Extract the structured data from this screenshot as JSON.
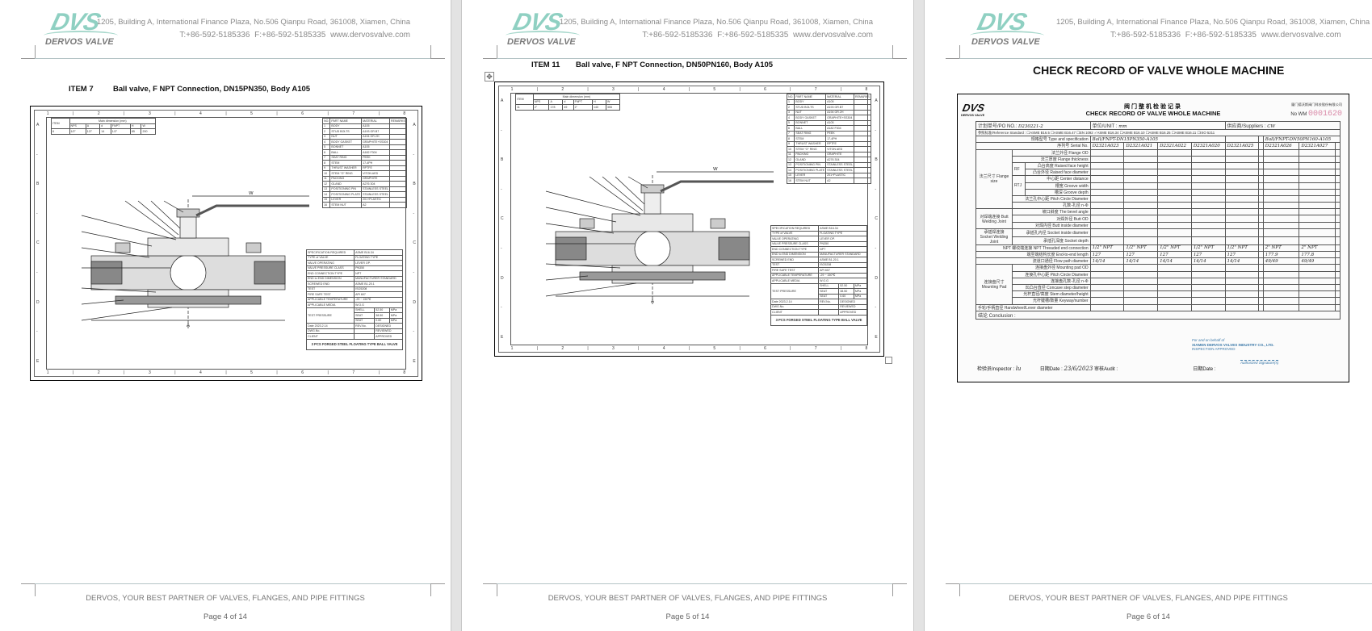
{
  "header": {
    "logo_mark": "DVS",
    "logo_name": "DERVOS VALVE",
    "address": "1205, Building A, International Finance Plaza, No.506 Qianpu Road, 361008, Xiamen, China",
    "contact": "T:+86-592-5185336   F:+86-592-5185335   www.dervosvalve.com"
  },
  "footer": {
    "tagline": "DERVOS, YOUR BEST PARTNER OF VALVES, FLANGES, AND PIPE FITTINGS"
  },
  "pages": [
    {
      "page_label": "Page 4 of 14",
      "item_no": "ITEM 7",
      "item_desc": "Ball valve, F NPT Connection, DN15PN350, Body A105",
      "dim_table": {
        "title": "Main dimension (mm)",
        "headers": [
          "ITEM",
          "NPS",
          "A",
          "d",
          "FNPT",
          "H",
          "W"
        ],
        "row": [
          "6",
          "1/2\"",
          "127",
          "14",
          "1/2\"",
          "85",
          "200"
        ]
      },
      "title_block_name": "3 PCS FORGED STEEL FLOATING TYPE BALL VALVE"
    },
    {
      "page_label": "Page 5 of 14",
      "item_no": "ITEM 11",
      "item_desc": "Ball valve, F NPT Connection, DN50PN160, Body A105",
      "dim_table": {
        "title": "Main dimension (mm)",
        "headers": [
          "ITEM",
          "NPS",
          "A",
          "d",
          "FNPT",
          "H",
          "W"
        ],
        "row": [
          "11",
          "2\"",
          "178",
          "49",
          "2\"",
          "140",
          "355"
        ]
      },
      "title_block_name": "3 PCS FORGED STEEL FLOATING TYPE BALL VALVE"
    },
    {
      "page_label": "Page 6 of 14",
      "doc_title": "CHECK RECORD OF VALVE WHOLE MACHINE"
    }
  ],
  "parts_list": {
    "headers": [
      "NO.",
      "PART NAME",
      "MATERIAL",
      "REMARKS"
    ],
    "rows": [
      [
        "1",
        "BODY",
        "A105"
      ],
      [
        "2",
        "STUD BOLTS",
        "A193 GR.B7"
      ],
      [
        "3",
        "NUT",
        "A194 GR.2H"
      ],
      [
        "4",
        "BODY GASKET",
        "GRAPHITE+SS304"
      ],
      [
        "5",
        "BONNET",
        "A105"
      ],
      [
        "6",
        "BALL",
        "A182 F304"
      ],
      [
        "7",
        "SEAT RING",
        "PEEK"
      ],
      [
        "8",
        "STEM",
        "17-4PH"
      ],
      [
        "9",
        "THRUST WASHER",
        "RPTFE"
      ],
      [
        "10",
        "STEM \"O\" RING",
        "VITON AED"
      ],
      [
        "11",
        "PACKING",
        "GRAPHITE"
      ],
      [
        "12",
        "GLAND",
        "A276 304"
      ],
      [
        "13",
        "POSITIONING PIN",
        "STAINLESS STEEL"
      ],
      [
        "14",
        "POSITIONING PLATE",
        "STAINLESS STEEL"
      ],
      [
        "15",
        "LEVER",
        "201+PLASTIC"
      ],
      [
        "16",
        "STEM NUT",
        "A2"
      ]
    ]
  },
  "spec_block": {
    "rows": [
      [
        "SPECIFICATION REQUIRED",
        "ASME B16.34"
      ],
      [
        "TYPE of VALVE",
        "FLOATING TYPE"
      ],
      [
        "VALVE OPERATING",
        "LEVER OP."
      ],
      [
        "VALVE PRESSURE CLASS",
        "PN350"
      ],
      [
        "END CONNECTION TYPE",
        "NPT"
      ],
      [
        "END to END DIMENSION",
        "MANUFACTURER STANDARD"
      ],
      [
        "SCREWED END",
        "ASME B1.20.1"
      ],
      [
        "TEST",
        "ISO5208"
      ],
      [
        "FIRE SAFE TEST",
        "API 607"
      ],
      [
        "APPLICABLE TEMPERATURE",
        "-29 ~ 150℃"
      ],
      [
        "APPLICABLE MEDIA",
        "W.O.G"
      ]
    ],
    "test_pressure": {
      "label": "TEST PRESSURE",
      "shell": [
        "SHELL",
        "52.50",
        "MPa"
      ],
      "seat": [
        "SEAT",
        "38.50",
        "MPa"
      ],
      "air_seat": [
        "SEAT",
        "0.60",
        "MPa"
      ]
    },
    "date_label": "Date",
    "date": "2023.2.14",
    "rev_label": "REV.No.",
    "dwg_label": "DWG.No.",
    "client_label": "CLIENT",
    "designed": "DESIGNED",
    "reviewed": "REVIEWED",
    "approved": "APPROVED"
  },
  "check_record": {
    "cn_title": "阀门整机检验记录",
    "en_title": "CHECK RECORD OF VALVE  WHOLE MACHINE",
    "company_cn": "厦门德沃斯阀门科技股份有限公司",
    "no_label": "No WM",
    "no_value": "0001620",
    "po_label": "计划单号/PO NO.:",
    "po_value": "D230221-2",
    "unit_label": "单位/UNIT :",
    "unit_value": "mm",
    "supplier_label": "供应商/Suppliers :",
    "supplier_value": "CW",
    "ref_std": "参照标准/Reference Standard : ☐ASME B16.5   ☐ASME B16.47   ☐EN 1092   ✓ASME B16.34   ☐ASME B16.10   ☐ASME B16.25   ☐ASME B16.11   ☐ISO 5211",
    "rows": [
      {
        "label": "规格型号 Type and specification",
        "values": [
          "Ball/FNPT-DN15PN350-A105",
          "",
          "",
          "",
          "",
          "",
          "Ball/FNPT-DN50PN160-A105",
          "",
          ""
        ]
      },
      {
        "label": "序列号 Serial No.",
        "values": [
          "D2321A023",
          "D2321A021",
          "D2321A022",
          "D2321A020",
          "D2321A025",
          "",
          "D2321A026",
          "D2321A027",
          ""
        ]
      },
      {
        "group": "法兰尺寸 Flange size",
        "label": "法兰外径 Flange OD"
      },
      {
        "label": "法兰厚度 Flange thickness"
      },
      {
        "sub": "RF",
        "label": "凸台高度 Raised face height"
      },
      {
        "label": "凸台外径 Raised face diameter"
      },
      {
        "sub": "RTJ",
        "label": "中心距 Center distance"
      },
      {
        "label": "槽宽 Groove width"
      },
      {
        "label": "槽深 Groove depth"
      },
      {
        "label": "法兰孔中心距 Pitch Circle Diameter"
      },
      {
        "label": "孔数-孔径 n-Φ"
      },
      {
        "group": "对焊端连接 Butt Welding Joint",
        "label": "坡口斜度 The bevel angle"
      },
      {
        "label": "对焊外径 Butt OD"
      },
      {
        "label": "对焊内径 Butt inside diameter"
      },
      {
        "group": "承插焊连接 Socket Welding Joint",
        "label": "承插孔内径 Socket inside diameter"
      },
      {
        "label": "承插孔深度 Socket depth"
      },
      {
        "label": "NPT 螺纹端连接 NPT Threaded end connection",
        "values": [
          "1/2\" NPT",
          "1/2\" NPT",
          "1/2\" NPT",
          "1/2\" NPT",
          "1/2\" NPT",
          "",
          "2\" NPT",
          "2\" NPT",
          ""
        ]
      },
      {
        "label": "端至端结构长度 End-to-end length",
        "values": [
          "127",
          "127",
          "127",
          "127",
          "127",
          "",
          "177.9",
          "177.8",
          ""
        ]
      },
      {
        "label": "流道口通径 Flow path diameter",
        "values": [
          "14/14",
          "14/14",
          "14/14",
          "14/14",
          "14/14",
          "",
          "49/49",
          "49/49",
          ""
        ]
      },
      {
        "group": "连接盘尺寸 Mounting Pad",
        "label": "连接盘外径 Mounting pad OD"
      },
      {
        "label": "连接孔中心距 Pitch Circle Diameter"
      },
      {
        "label": "连接盘孔数-孔径 n-Φ"
      },
      {
        "label": "凹凸台直径 Concave step diameter"
      },
      {
        "label": "光杆直径/高度 Stem diameter/height"
      },
      {
        "label": "光杆键槽/数量 Keyway/number"
      },
      {
        "label": "手轮/手柄直径 Handwheel/Lever diameter"
      }
    ],
    "stamp_line1": "For and on behalf of",
    "stamp_line2": "XIAMEN DERVOS VALVES INDUSTRY CO., LTD.",
    "stamp_line3": "INSPECTION  APPROVED",
    "stamp_sig": "Authorized Signature(s)",
    "conclusion_label": "结论 Conclusion :",
    "inspector_label": "检验员Inspector :",
    "inspector_value": "lu",
    "date_label": "日期Date :",
    "date_value": "23/6/2023",
    "audit_label": "审核Audit :",
    "date2_label": "日期Date :"
  }
}
